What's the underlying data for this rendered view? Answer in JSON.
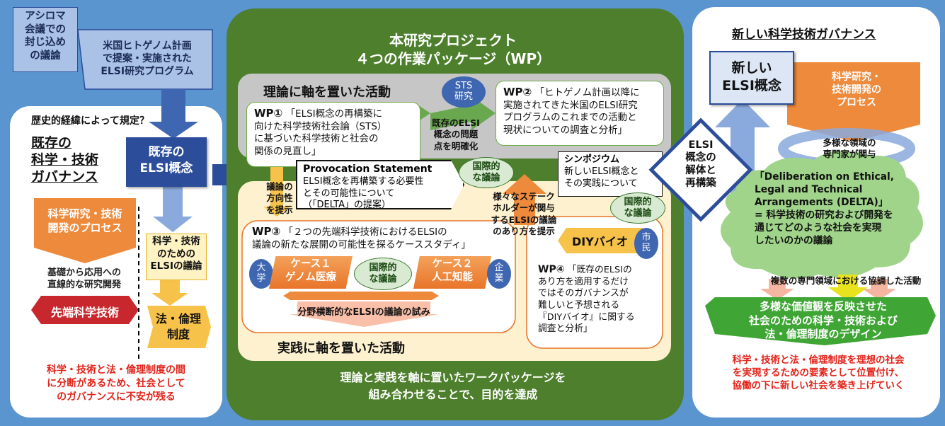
{
  "left": {
    "asilomar": "アシロマ\n会議での\n封じ込め\nの議論",
    "hgp": "米国ヒトゲノム計画\nで提案・実施された\nELSI研究プログラム",
    "history_note": "歴史的経緯によって規定？",
    "existing_gov": "既存の\n科学・技術\nガバナンス",
    "existing_elsi": "既存の\nELSI概念",
    "process": "科学研究・技術\n開発のプロセス",
    "basic_applied": "基礎から応用への\n直線的な研究開発",
    "frontier": "先端科学技術",
    "elsi_discussion": "科学・技術\nのための\nELSIの議論",
    "law_ethics": "法・倫理\n制度",
    "bottom_note": "科学・技術と法・倫理制度の間\nに分断があるため、社会として\nのガバナンスに不安が残る"
  },
  "center": {
    "title": "本研究プロジェクト\n４つの作業パッケージ（WP）",
    "theory_label": "理論に軸を置いた活動",
    "practice_label": "実践に軸を置いた活動",
    "sts": "STS\n研究",
    "wp1_head": "WP①",
    "wp1_body": "「ELSI概念の再構築に\n向けた科学技術社会論（STS）\nに基づいた科学技術と社会の\n関係の見直し」",
    "wp2_head": "WP②",
    "wp2_body": "「ヒトゲノム計画以降に\n実施されてきた米国のELSI研究\nプログラムのこれまでの活動と\n現状についての調査と分析」",
    "clarify": "既存のELSI\n概念の問題\n点を明確化",
    "provocation_head": "Provocation Statement",
    "provocation_body": "ELSI概念を再構築する必要性\nとその可能性について\n（「DELTA」の提案）",
    "direction": "議論の\n方向性\nを提示",
    "intl1": "国際的\nな議論",
    "symposium_head": "シンポジウム",
    "symposium_body": "新しいELSI概念と\nその実践について",
    "intl2": "国際的\nな議論",
    "stakeholder": "様々なステーク\nホルダーが関与\nするELSIの議論\nのあり方を提示",
    "wp3_head": "WP③",
    "wp3_body": "「２つの先端科学技術におけるELSIの\n議論の新たな展開の可能性を探るケーススタディ」",
    "univ": "大\n学",
    "case1": "ケース１\nゲノム医療",
    "intl3": "国際的\nな議論",
    "case2": "ケース２\n人工知能",
    "company": "企\n業",
    "cross": "分野横断的なELSIの議論の試み",
    "diy": "DIYバイオ",
    "citizen": "市\n民",
    "wp4_head": "WP④",
    "wp4_body": "「既存のELSIの\nあり方を適用するだけ\nではそのガバナンスが\n難しいと予想される\n『DIYバイオ』に関する\n調査と分析」",
    "bottom": "理論と実践を軸に置いたワークパッケージを\n組み合わせることで、目的を達成"
  },
  "diamond": "ELSI\n概念の\n解体と\n再構築",
  "right": {
    "title": "新しい科学技術ガバナンス",
    "new_elsi": "新しい\nELSI概念",
    "process": "科学研究・\n技術開発の\nプロセス",
    "experts": "多様な領域の\n専門家が関与",
    "delta": "「Deliberation on Ethical,\nLegal and Technical\nArrangements (DELTA)」\n= 科学技術の研究および開発を\n通じてどのような社会を実現\nしたいのかの議論",
    "collab": "複数の専門領域における協調した活動",
    "design": "多様な価値観を反映させた\n社会のための科学・技術および\n法・倫理制度のデザイン",
    "bottom_note": "科学・技術と法・倫理制度を理想の社会\nを実現するための要素として位置付け、\n協働の下に新しい社会を築き上げていく"
  },
  "colors": {
    "background": "#5b95cf",
    "green": "#4d7f2c",
    "orange": "#e8752a",
    "red": "#e2231a",
    "navy": "#2b4d9a"
  }
}
